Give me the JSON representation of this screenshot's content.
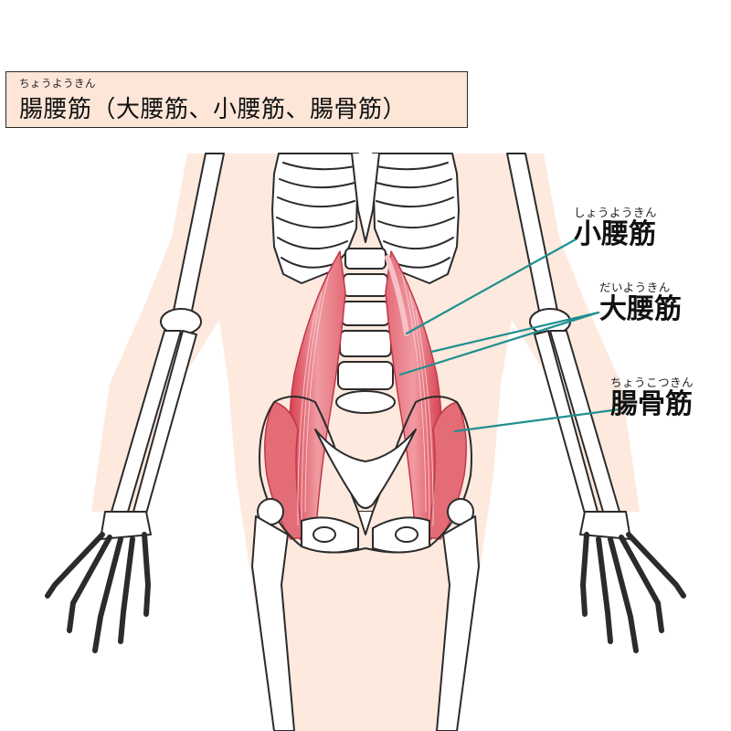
{
  "title": {
    "ruby": "ちょうようきん",
    "text": "腸腰筋（大腰筋、小腰筋、腸骨筋）"
  },
  "labels": [
    {
      "key": "psoas-minor",
      "ruby": "しょうようきん",
      "name": "小腰筋"
    },
    {
      "key": "psoas-major",
      "ruby": "だいようきん",
      "name": "大腰筋"
    },
    {
      "key": "iliacus",
      "ruby": "ちょうこつきん",
      "name": "腸骨筋"
    }
  ],
  "colors": {
    "skin": "#fde8dc",
    "bone_fill": "#ffffff",
    "bone_outline": "#2b2b2b",
    "muscle": "#e36c77",
    "muscle_dark": "#d8404f",
    "leader_line": "#1f8f8f",
    "title_bg": "#fde6d8"
  }
}
